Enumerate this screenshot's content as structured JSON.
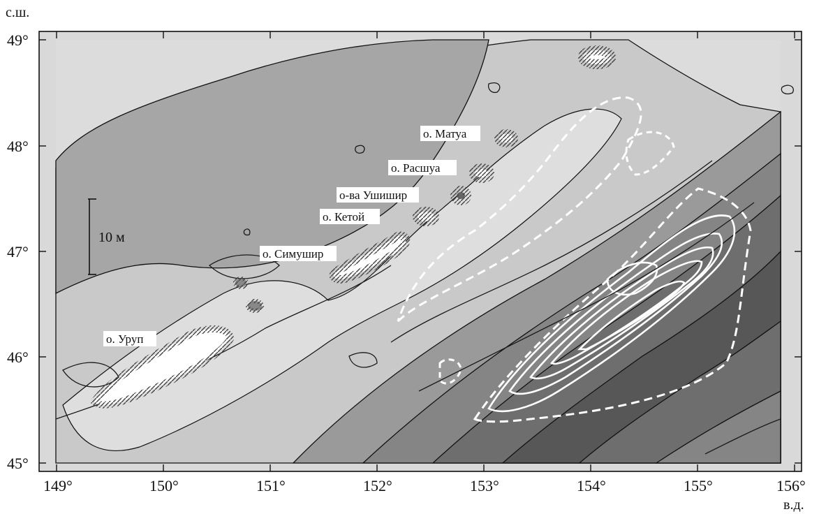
{
  "map": {
    "lat_unit": "с.ш.",
    "lon_unit": "в.д.",
    "scale_label": "10 м",
    "lon_ticks": [
      "149°",
      "150°",
      "151°",
      "152°",
      "153°",
      "154°",
      "155°",
      "156°"
    ],
    "lat_ticks": [
      "49°",
      "48°",
      "47°",
      "46°",
      "45°"
    ],
    "lon_range": [
      149,
      156
    ],
    "lat_range": [
      45,
      49
    ],
    "islands": [
      {
        "name": "о. Уруп"
      },
      {
        "name": "о. Симушир"
      },
      {
        "name": "о. Кетой"
      },
      {
        "name": "о-ва Ушишир"
      },
      {
        "name": "о. Расшуа"
      },
      {
        "name": "о. Матуа"
      }
    ]
  }
}
